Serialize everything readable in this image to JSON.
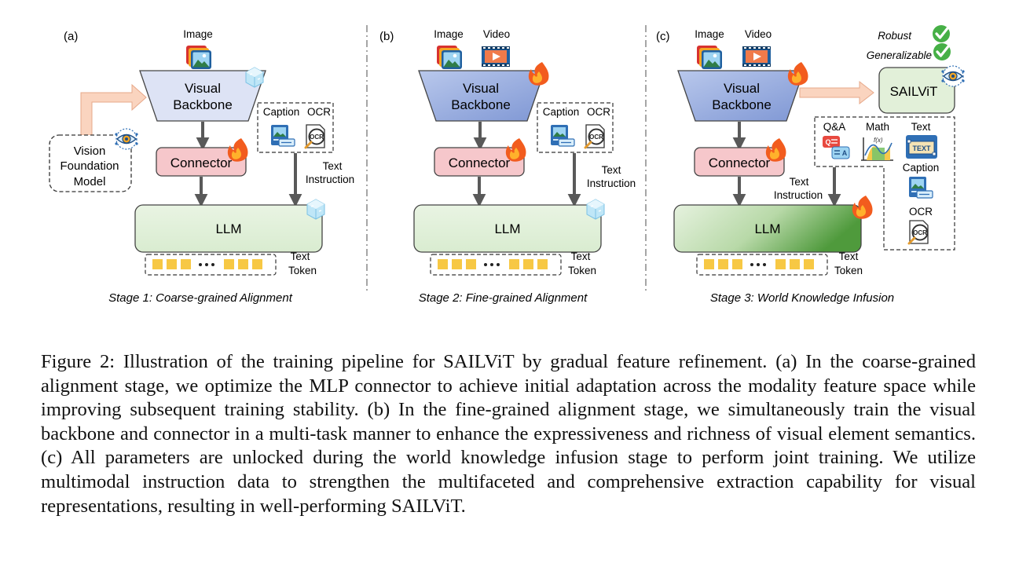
{
  "panels": [
    {
      "label": "(a)",
      "inputs": [
        "Image"
      ],
      "visual_backbone": [
        "Visual",
        "Backbone"
      ],
      "connector": "Connector",
      "llm": "LLM",
      "data_types": [
        "Caption",
        "OCR"
      ],
      "text_instruction": [
        "Text",
        "Instruction"
      ],
      "text_token": [
        "Text",
        "Token"
      ],
      "vision_foundation_model": [
        "Vision",
        "Foundation",
        "Model"
      ],
      "stage_title": "Stage 1: Coarse-grained Alignment"
    },
    {
      "label": "(b)",
      "inputs": [
        "Image",
        "Video"
      ],
      "visual_backbone": [
        "Visual",
        "Backbone"
      ],
      "connector": "Connector",
      "llm": "LLM",
      "data_types": [
        "Caption",
        "OCR"
      ],
      "text_instruction": [
        "Text",
        "Instruction"
      ],
      "text_token": [
        "Text",
        "Token"
      ],
      "stage_title": "Stage 2: Fine-grained Alignment"
    },
    {
      "label": "(c)",
      "inputs": [
        "Image",
        "Video"
      ],
      "visual_backbone": [
        "Visual",
        "Backbone"
      ],
      "connector": "Connector",
      "llm": "LLM",
      "data_types": [
        "Q&A",
        "Math",
        "Text",
        "Caption",
        "OCR"
      ],
      "text_instruction": [
        "Text",
        "Instruction"
      ],
      "text_token": [
        "Text",
        "Token"
      ],
      "output_model": "SAILViT",
      "properties": [
        "Robust",
        "Generalizable"
      ],
      "stage_title": "Stage 3: World Knowledge Infusion"
    }
  ],
  "icons": {
    "frozen": "ice-cube-icon",
    "trainable": "fire-icon",
    "image": "image-stack-icon",
    "video": "video-film-icon",
    "check": "green-check-icon",
    "eye": "eye-circuit-icon"
  },
  "colors": {
    "backbone_frozen": "#dde3f5",
    "backbone_trained": "#8ea5dc",
    "connector": "#f6c7cb",
    "llm_frozen": "#e2f0d9",
    "llm_trained": "#5fa04a",
    "sailvit_box": "#e2f0d9",
    "token": "#f7c844",
    "arrow": "#595959",
    "fire": "#f25c1e",
    "ice": "#a6d8f2",
    "check": "#3aa63a"
  },
  "caption": "Figure 2: Illustration of the training pipeline for SAILViT by gradual feature refinement. (a) In the coarse-grained alignment stage, we optimize the MLP connector to achieve initial adaptation across the modality feature space while improving subsequent training stability. (b) In the fine-grained alignment stage, we simultaneously train the visual backbone and connector in a multi-task manner to enhance the expressiveness and richness of visual element semantics. (c) All parameters are unlocked during the world knowledge infusion stage to perform joint training. We utilize multimodal instruction data to strengthen the multifaceted and comprehensive extraction capability for visual representations, resulting in well-performing SAILViT."
}
